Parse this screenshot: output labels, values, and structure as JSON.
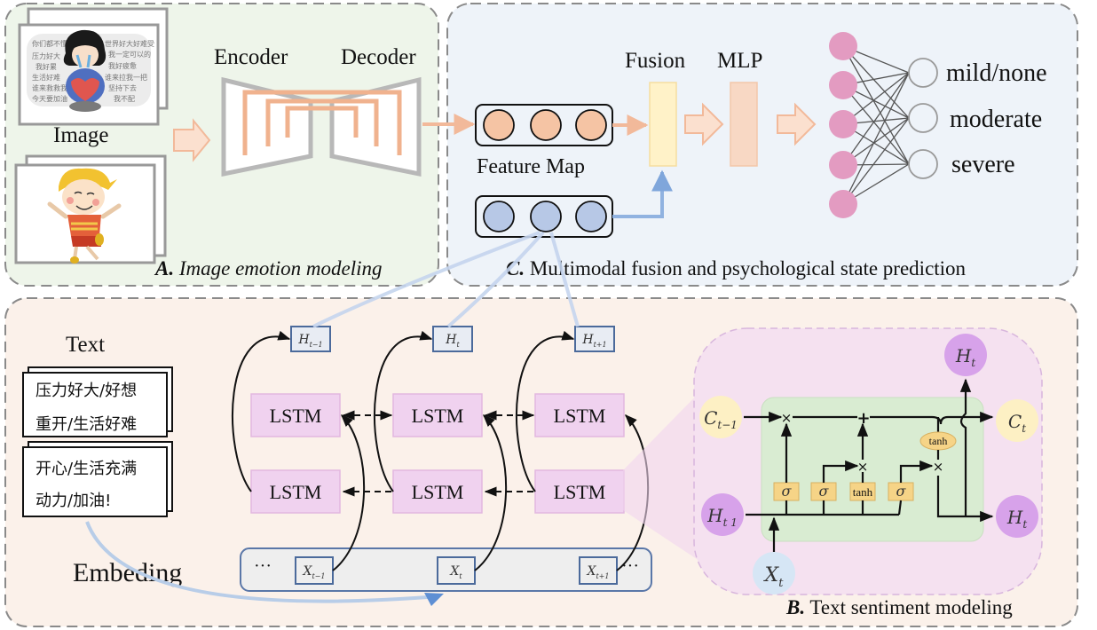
{
  "panels": {
    "image": {
      "caption_letter": "A.",
      "caption_text": " Image emotion modeling",
      "input_label": "Image",
      "encoder_label": "Encoder",
      "decoder_label": "Decoder",
      "sample_sad_text": [
        "你们都不懂",
        "压力好大",
        "我好累",
        "生活好难",
        "谁来救救我",
        "今天要加油"
      ],
      "sample_sad_text_right": [
        "世界好大好难受",
        "我一定可以的",
        "我好疲惫",
        "谁来拉我一把",
        "坚持下去",
        "我不配"
      ]
    },
    "text": {
      "caption_letter": "B.",
      "caption_text": " Text sentiment modeling",
      "input_label": "Text",
      "embedding_label": "Embeding",
      "sample_negative": [
        "压力好大/好想",
        "重开/生活好难"
      ],
      "sample_positive": [
        "开心/生活充满",
        "动力/加油!"
      ],
      "lstm_label": "LSTM",
      "hidden_states": [
        {
          "base": "H",
          "sub": "t−1"
        },
        {
          "base": "H",
          "sub": "t"
        },
        {
          "base": "H",
          "sub": "t+1"
        }
      ],
      "inputs": [
        {
          "base": "X",
          "sub": "t−1"
        },
        {
          "base": "X",
          "sub": "t"
        },
        {
          "base": "X",
          "sub": "t+1"
        }
      ],
      "ellipsis": "···",
      "cell": {
        "c_prev": {
          "base": "C",
          "sub": "t−1"
        },
        "c_next": {
          "base": "C",
          "sub": "t"
        },
        "h_prev": {
          "base": "H",
          "sub": "t 1"
        },
        "h_next": {
          "base": "H",
          "sub": "t"
        },
        "h_out": {
          "base": "H",
          "sub": "t"
        },
        "x_in": {
          "base": "X",
          "sub": "t"
        },
        "gates": [
          "σ",
          "σ",
          "tanh",
          "σ"
        ],
        "tanh_out": "tanh",
        "mult": "×",
        "add": "+"
      }
    },
    "fusion": {
      "caption_letter": "C.",
      "caption_text": " Multimodal fusion and psychological state prediction",
      "feature_map_label": "Feature Map",
      "fusion_label": "Fusion",
      "mlp_label": "MLP",
      "outputs": [
        "mild/none",
        "moderate",
        "severe"
      ]
    }
  },
  "colors": {
    "panel_a_bg": "#eef5ea",
    "panel_b_bg": "#fbf1ea",
    "panel_c_bg": "#eef3f9",
    "dash": "#8a8a8a",
    "orange_flow": "#f2b99a",
    "orange_fill": "#f5c4a4",
    "blue_fill": "#b7c8e6",
    "blue_flow": "#90b2e0",
    "lstm_fill": "#f0d2ef",
    "lstm_border": "#e2b7e0",
    "neuron_pink": "#e39bc1",
    "fusion_yellow": "#fff2c8",
    "mlp_peach": "#f8d8c4",
    "cell_green": "#d9ecd2",
    "gate_yellow": "#f6d487",
    "hidden_purple": "#d7a2ea",
    "cell_state_yellow": "#fdf0c4",
    "input_blue": "#d6e6f5",
    "embed_bg": "#eeeeee",
    "embed_border": "#5a77a8"
  }
}
